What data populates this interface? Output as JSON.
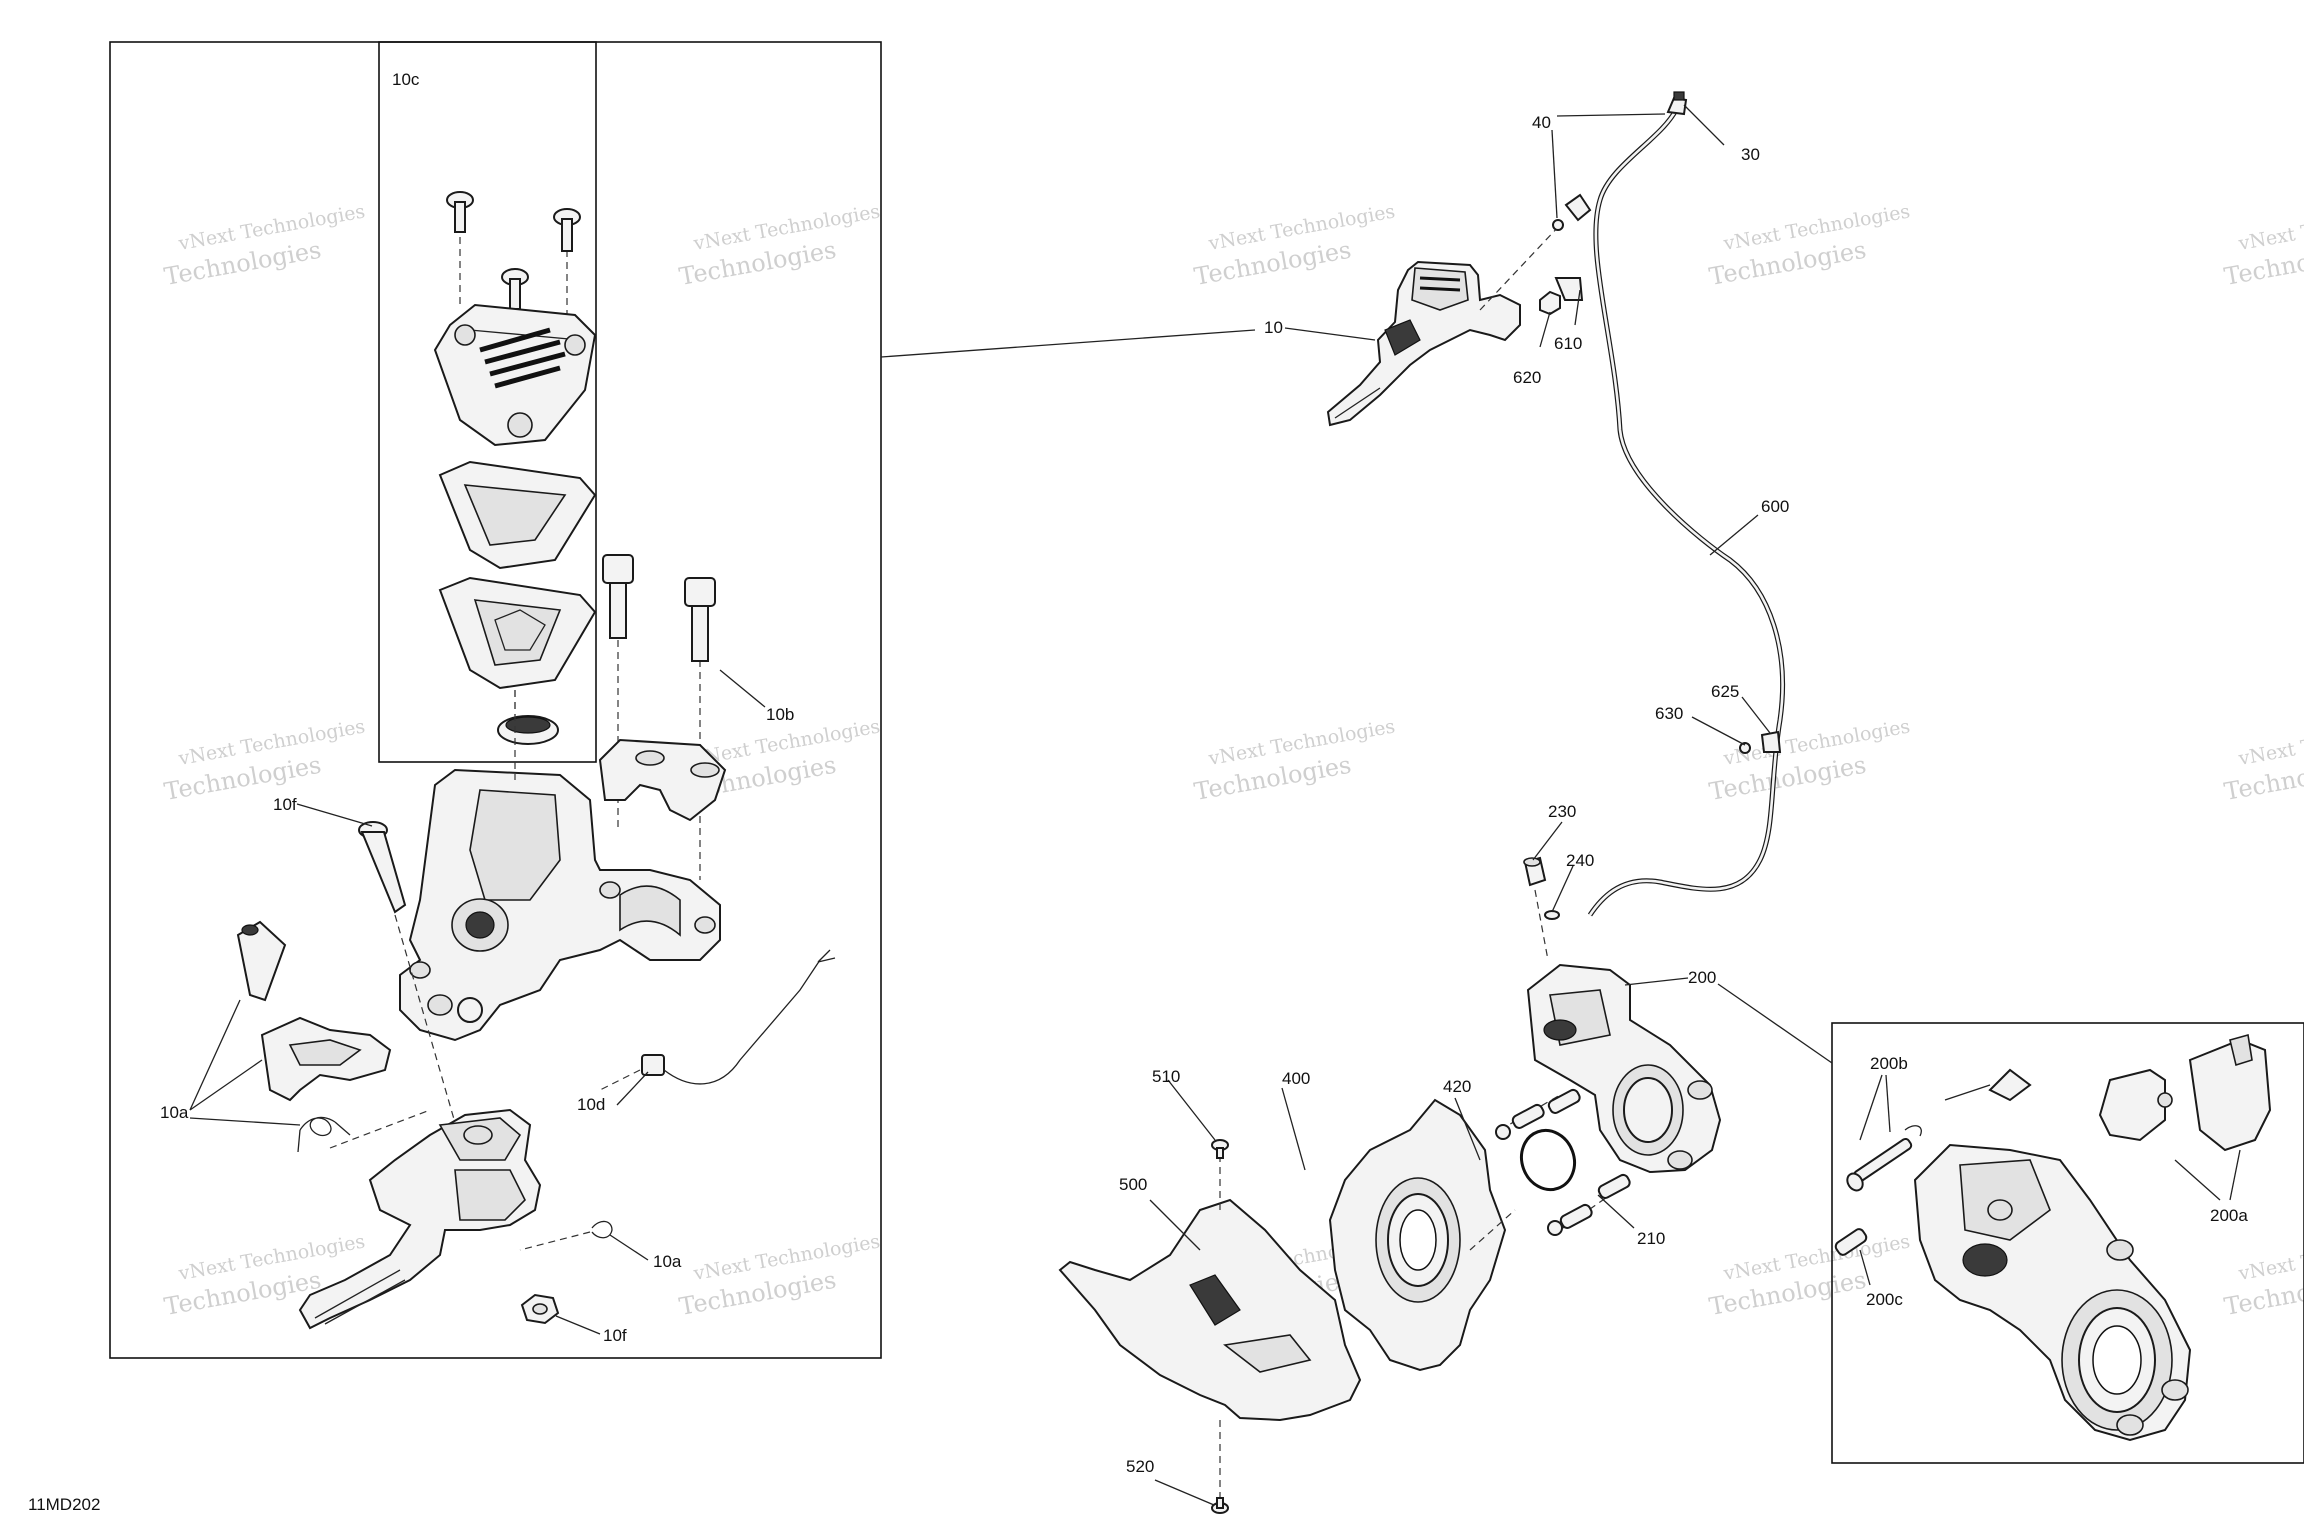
{
  "diagram_id": "11MD202",
  "watermark": {
    "line1": "vNext Technologies",
    "line2": "Technologies"
  },
  "callouts": {
    "c10": "10",
    "c10a_1": "10a",
    "c10a_2": "10a",
    "c10b": "10b",
    "c10c": "10c",
    "c10d": "10d",
    "c10f_1": "10f",
    "c10f_2": "10f",
    "c30": "30",
    "c40": "40",
    "c200": "200",
    "c200a": "200a",
    "c200b": "200b",
    "c200c": "200c",
    "c210": "210",
    "c230": "230",
    "c240": "240",
    "c400": "400",
    "c420": "420",
    "c500": "500",
    "c510": "510",
    "c520": "520",
    "c600": "600",
    "c610": "610",
    "c620": "620",
    "c625": "625",
    "c630": "630"
  }
}
